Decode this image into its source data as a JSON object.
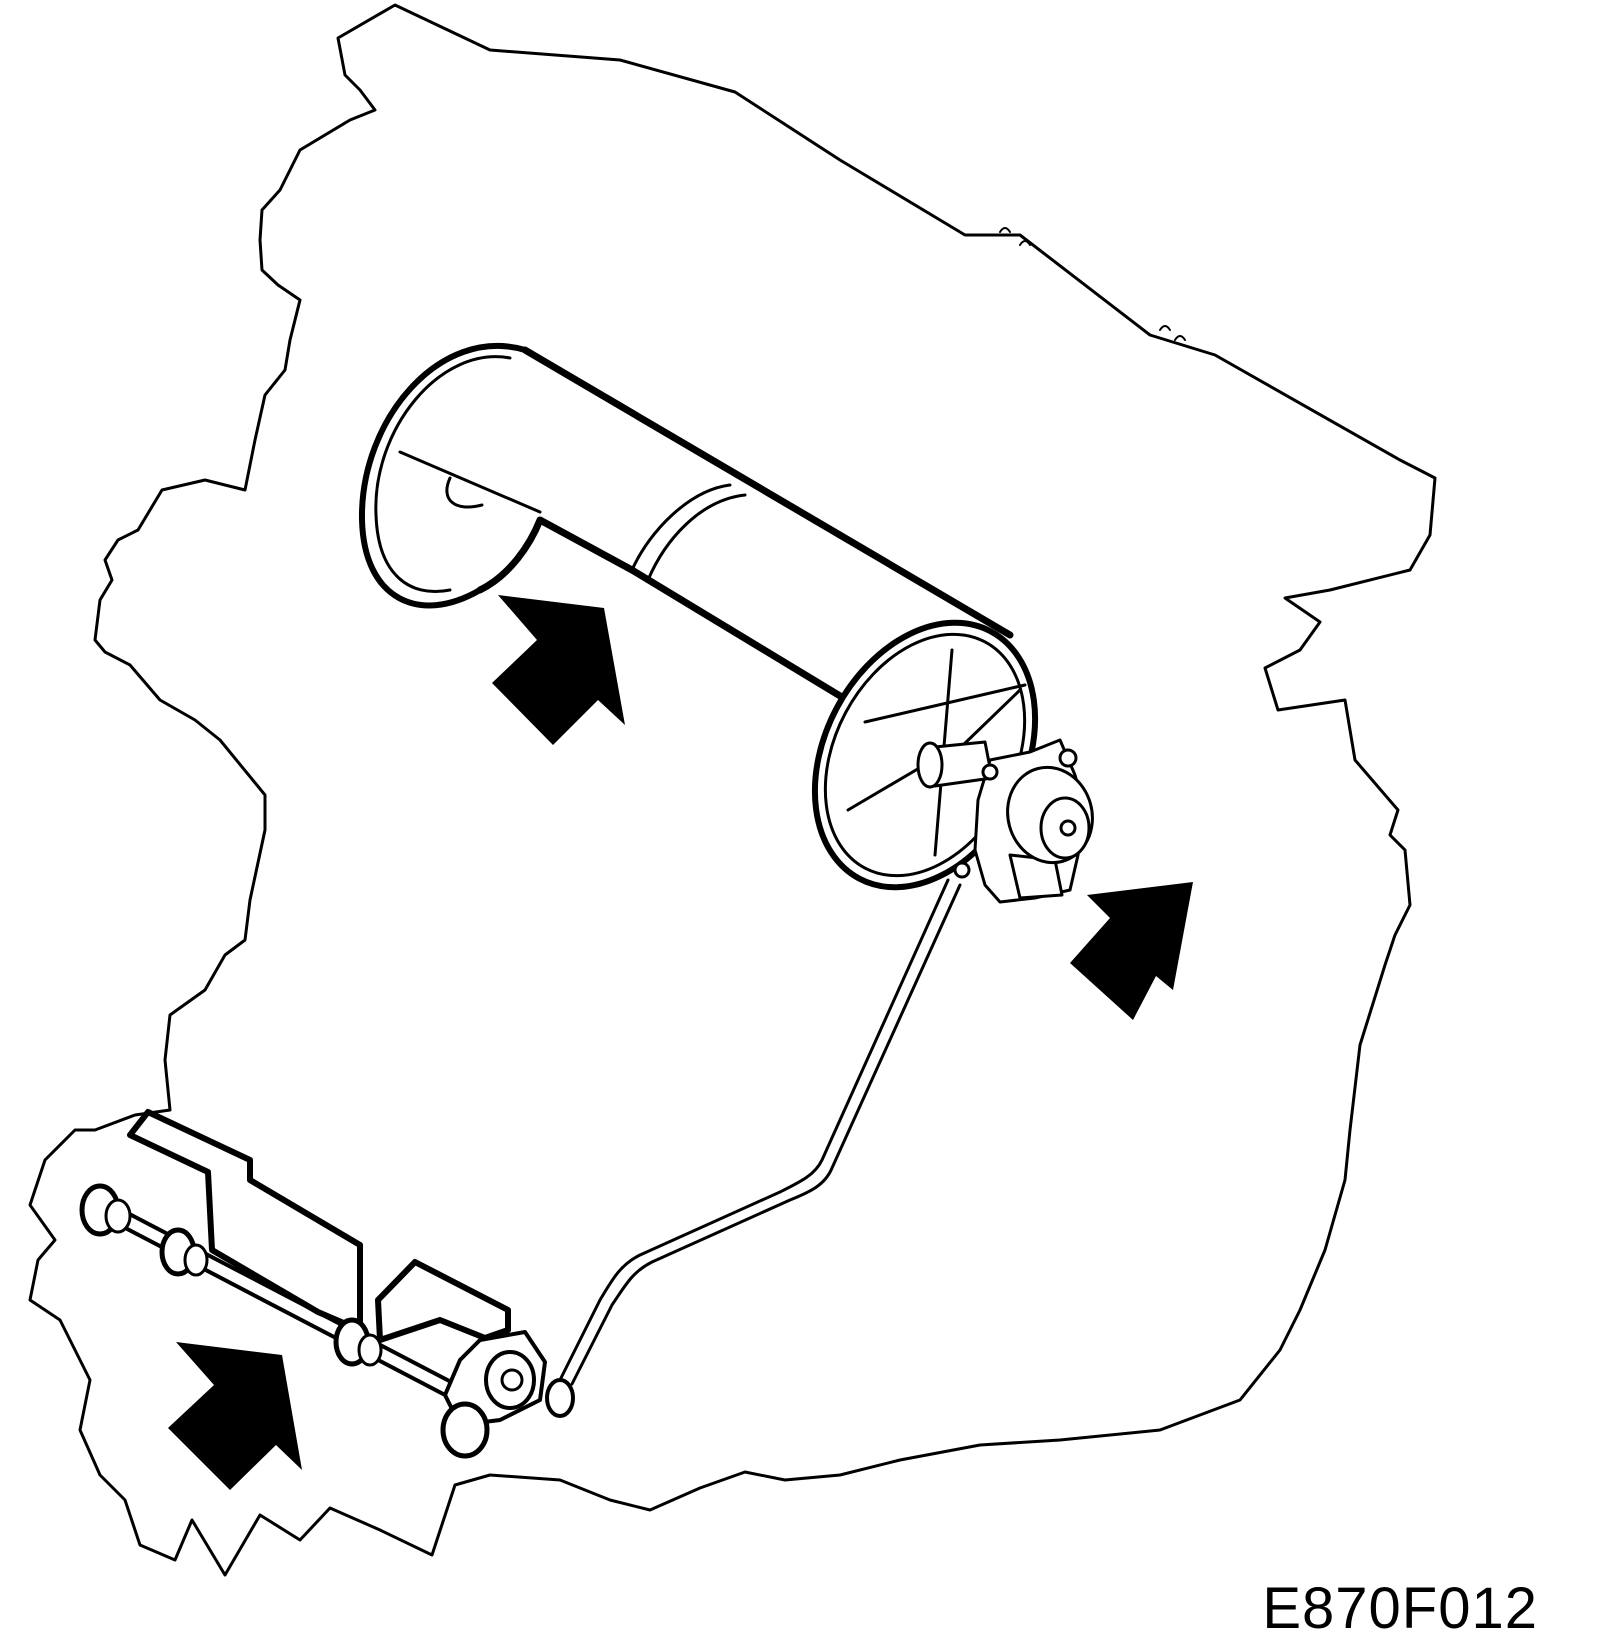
{
  "figure_code": "E870F012",
  "colors": {
    "ink": "#000000",
    "paper": "#ffffff"
  },
  "callouts": [
    {
      "name": "callout-arrow-drum",
      "icon": "arrow-up-right-icon"
    },
    {
      "name": "callout-arrow-actuator",
      "icon": "arrow-up-right-icon"
    },
    {
      "name": "callout-arrow-linkage",
      "icon": "arrow-up-right-icon"
    }
  ]
}
